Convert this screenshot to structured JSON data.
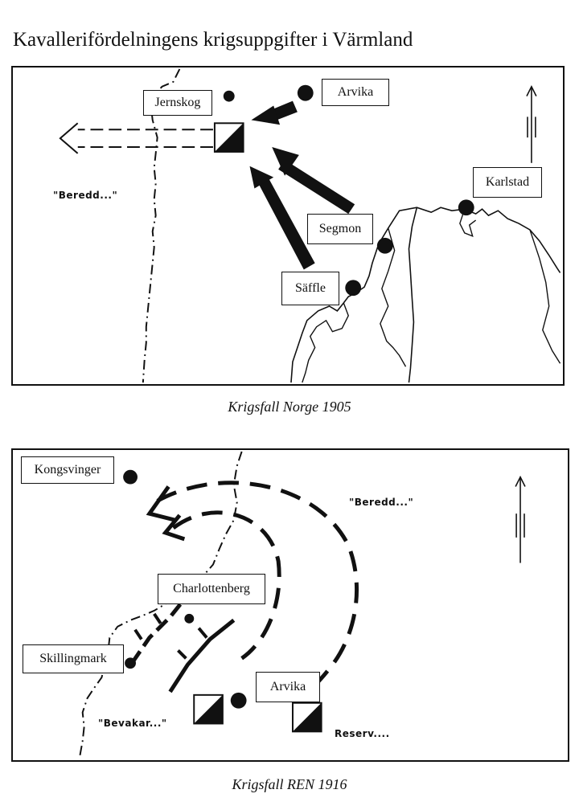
{
  "page": {
    "title": "Kavallerifördelningens krigsuppgifter i Värmland"
  },
  "map1": {
    "caption": "Krigsfall Norge 1905",
    "places": {
      "jernskog": "Jernskog",
      "arvika": "Arvika",
      "karlstad": "Karlstad",
      "segmon": "Segmon",
      "saffle": "Säffle"
    },
    "note": "\"Beredd...\""
  },
  "map2": {
    "caption": "Krigsfall REN 1916",
    "places": {
      "kongsvinger": "Kongsvinger",
      "charlottenberg": "Charlottenberg",
      "skillingmark": "Skillingmark",
      "arvika": "Arvika"
    },
    "note_beredd": "\"Beredd...\"",
    "note_bevakar": "\"Bevakar...\"",
    "note_reserv": "Reserv...."
  }
}
